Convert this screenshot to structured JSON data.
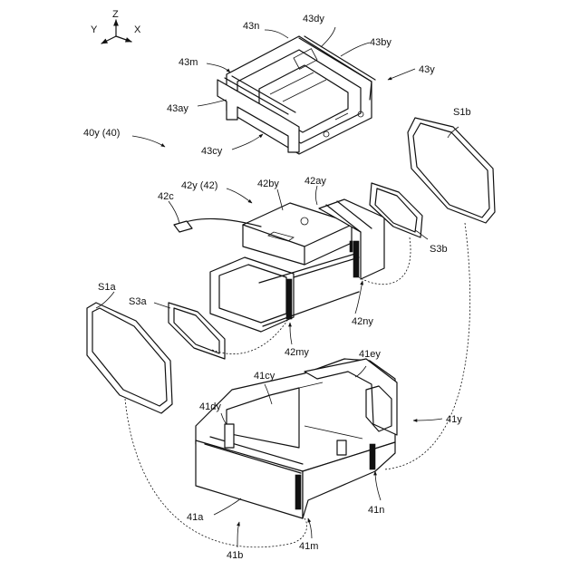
{
  "axes": {
    "z": "Z",
    "y": "Y",
    "x": "X"
  },
  "labels": {
    "l43n": "43n",
    "l43dy": "43dy",
    "l43by": "43by",
    "l43m": "43m",
    "l43y": "43y",
    "l43ay": "43ay",
    "l40y": "40y (40)",
    "l43cy": "43cy",
    "lS1b": "S1b",
    "l42y": "42y (42)",
    "l42by": "42by",
    "l42ay": "42ay",
    "l42c": "42c",
    "lS3b": "S3b",
    "lS1a": "S1a",
    "lS3a": "S3a",
    "l42ny": "42ny",
    "l42my": "42my",
    "l41ey": "41ey",
    "l41cy": "41cy",
    "l41dy": "41dy",
    "l41y": "41y",
    "l41a": "41a",
    "l41n": "41n",
    "l41b": "41b",
    "l41m": "41m"
  }
}
